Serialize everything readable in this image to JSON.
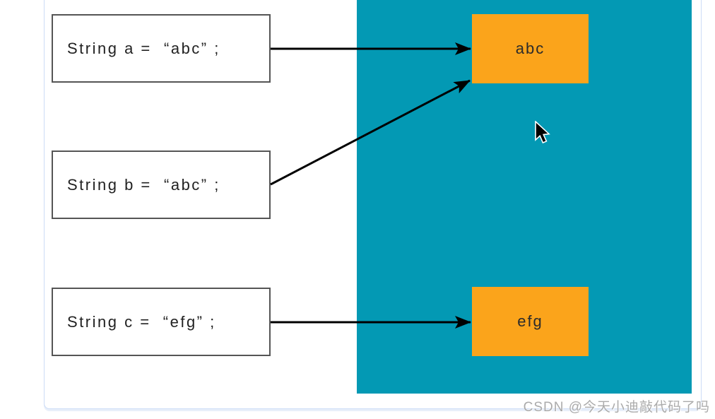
{
  "stack": {
    "boxes": [
      {
        "id": "a",
        "text": "String a =  “abc” ;"
      },
      {
        "id": "b",
        "text": "String b =  “abc” ;"
      },
      {
        "id": "c",
        "text": "String c =  “efg” ;"
      }
    ]
  },
  "heap": {
    "objects": [
      {
        "id": "obj-abc",
        "text": "abc"
      },
      {
        "id": "obj-efg",
        "text": "efg"
      }
    ]
  },
  "references": [
    {
      "from": "a",
      "to": "obj-abc"
    },
    {
      "from": "b",
      "to": "obj-abc"
    },
    {
      "from": "c",
      "to": "obj-efg"
    }
  ],
  "watermark": {
    "text": "CSDN @今天小迪敲代码了吗"
  },
  "colors": {
    "heap_bg": "#0399B4",
    "object_bg": "#FBA41B",
    "arrow": "#000000",
    "code_box_border": "#555555",
    "panel_border": "#CCDCF6",
    "watermark_text": "#ABABAB"
  }
}
